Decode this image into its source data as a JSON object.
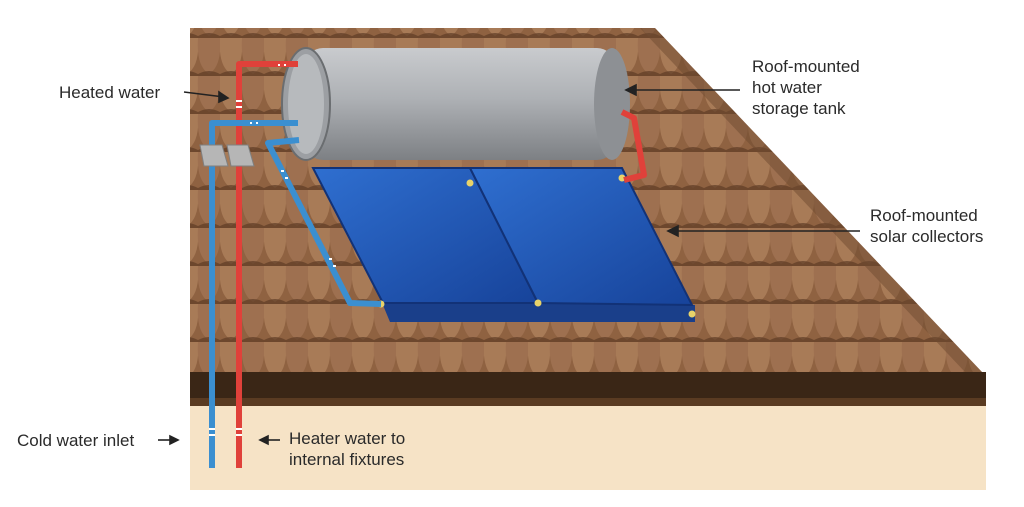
{
  "labels": {
    "heated_water": "Heated water",
    "storage_tank": [
      "Roof-mounted",
      "hot water",
      "storage tank"
    ],
    "solar_collectors": [
      "Roof-mounted",
      "solar collectors"
    ],
    "cold_water_inlet": "Cold water inlet",
    "heater_water_out": [
      "Heater water to",
      "internal fixtures"
    ]
  },
  "colors": {
    "roof_tile": "#9a6c4a",
    "roof_shadow": "#6e4a30",
    "eave": "#3a2616",
    "wall": "#f6e3c6",
    "tank": "#a9acb0",
    "collector": "#1e58b4",
    "hot_pipe": "#e0413a",
    "cold_pipe": "#3b8fd0"
  }
}
